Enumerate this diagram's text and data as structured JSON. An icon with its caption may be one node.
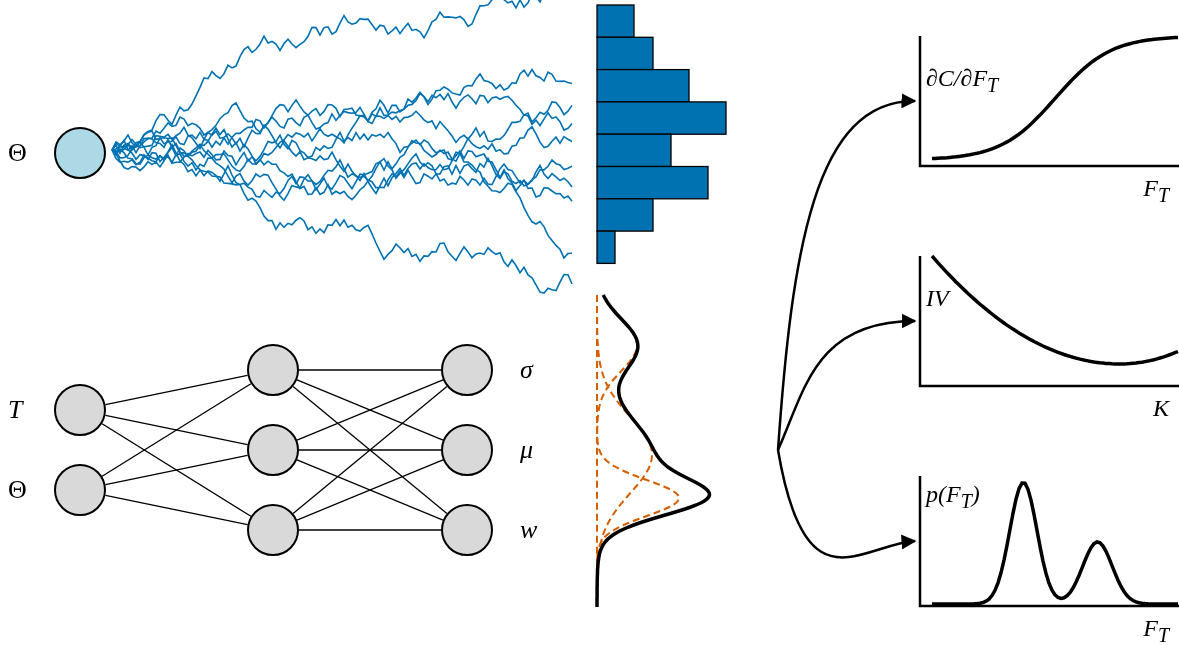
{
  "diagram": {
    "nodes": [
      {
        "text": [],
        "shape": "circle",
        "beside": [
          "Θ"
        ]
      },
      {
        "text": [],
        "shape": "circle",
        "beside": [
          "T"
        ]
      },
      {
        "text": [],
        "shape": "circle",
        "beside": [
          "Θ"
        ]
      },
      {
        "text": [],
        "shape": "circle"
      },
      {
        "text": [],
        "shape": "circle"
      },
      {
        "text": [],
        "shape": "circle"
      },
      {
        "text": [],
        "shape": "circle",
        "beside": [
          "σ"
        ]
      },
      {
        "text": [],
        "shape": "circle",
        "beside": [
          "μ"
        ]
      },
      {
        "text": [],
        "shape": "circle",
        "beside": [
          "w"
        ]
      },
      {
        "text": [
          "∂C/∂F$_{T}$",
          "F$_{T}$"
        ]
      },
      {
        "text": [
          "IV",
          "K"
        ]
      },
      {
        "text": [
          "p(F$_{T}$)",
          "F$_{T}$"
        ]
      }
    ],
    "edges": [
      {
        "from": 1,
        "to": 3,
        "arrow": "none"
      },
      {
        "from": 1,
        "to": 4,
        "arrow": "none"
      },
      {
        "from": 1,
        "to": 5,
        "arrow": "none"
      },
      {
        "from": 2,
        "to": 3,
        "arrow": "none"
      },
      {
        "from": 2,
        "to": 4,
        "arrow": "none"
      },
      {
        "from": 2,
        "to": 5,
        "arrow": "none"
      },
      {
        "from": 3,
        "to": 6,
        "arrow": "none"
      },
      {
        "from": 3,
        "to": 7,
        "arrow": "none"
      },
      {
        "from": 3,
        "to": 8,
        "arrow": "none"
      },
      {
        "from": 4,
        "to": 6,
        "arrow": "none"
      },
      {
        "from": 4,
        "to": 7,
        "arrow": "none"
      },
      {
        "from": 4,
        "to": 8,
        "arrow": "none"
      },
      {
        "from": 5,
        "to": 6,
        "arrow": "none"
      },
      {
        "from": 5,
        "to": 7,
        "arrow": "none"
      },
      {
        "from": 5,
        "to": 8,
        "arrow": "none"
      },
      {
        "from": null,
        "to": 9,
        "arrow": "to"
      },
      {
        "from": null,
        "to": 10,
        "arrow": "to"
      },
      {
        "from": null,
        "to": 11,
        "arrow": "to"
      }
    ]
  }
}
